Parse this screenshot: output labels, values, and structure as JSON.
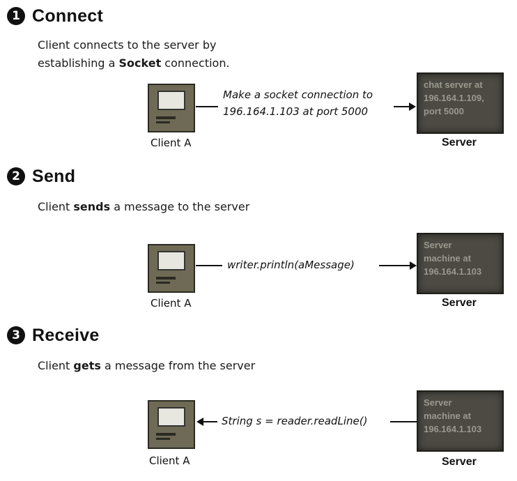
{
  "steps": [
    {
      "number": "1",
      "title": "Connect",
      "desc_line1": "Client connects to the server by",
      "desc_line2_pre": "establishing a ",
      "desc_line2_bold": "Socket",
      "desc_line2_post": " connection.",
      "message_line1": "Make a socket connection to",
      "message_line2": "196.164.1.103 at port 5000",
      "server_text": [
        "chat server at",
        "196.164.1.109,",
        "port 5000"
      ]
    },
    {
      "number": "2",
      "title": "Send",
      "desc_pre": "Client ",
      "desc_bold": "sends",
      "desc_post": " a message to the server",
      "message": "writer.println(aMessage)",
      "server_text": [
        "Server",
        "machine at",
        "196.164.1.103"
      ]
    },
    {
      "number": "3",
      "title": "Receive",
      "desc_pre": "Client ",
      "desc_bold": "gets",
      "desc_post": " a message from the server",
      "message": "String s = reader.readLine()",
      "server_text": [
        "Server",
        "machine at",
        "196.164.1.103"
      ]
    }
  ],
  "client_label": "Client A",
  "server_label": "Server"
}
